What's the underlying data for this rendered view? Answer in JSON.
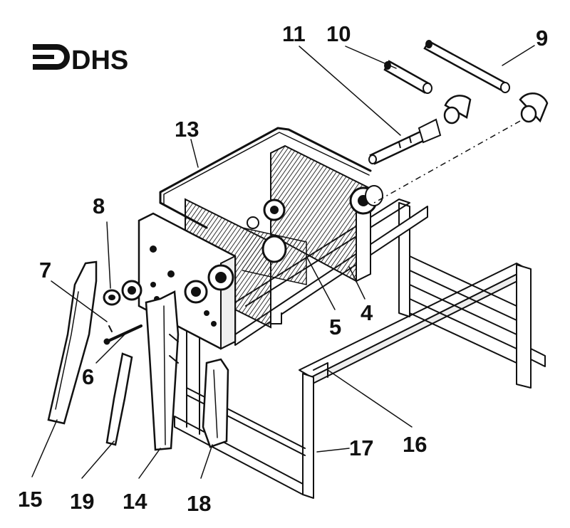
{
  "logo": {
    "text": "DHS"
  },
  "colors": {
    "ink": "#111111",
    "paper": "#ffffff",
    "hatch": "#444444"
  },
  "callouts": [
    {
      "id": "c11",
      "label": "11"
    },
    {
      "id": "c10",
      "label": "10"
    },
    {
      "id": "c9",
      "label": "9"
    },
    {
      "id": "c13",
      "label": "13"
    },
    {
      "id": "c8",
      "label": "8"
    },
    {
      "id": "c7",
      "label": "7"
    },
    {
      "id": "c6",
      "label": "6"
    },
    {
      "id": "c5",
      "label": "5"
    },
    {
      "id": "c4",
      "label": "4"
    },
    {
      "id": "c16",
      "label": "16"
    },
    {
      "id": "c17",
      "label": "17"
    },
    {
      "id": "c15",
      "label": "15"
    },
    {
      "id": "c19",
      "label": "19"
    },
    {
      "id": "c14",
      "label": "14"
    },
    {
      "id": "c18",
      "label": "18"
    }
  ]
}
